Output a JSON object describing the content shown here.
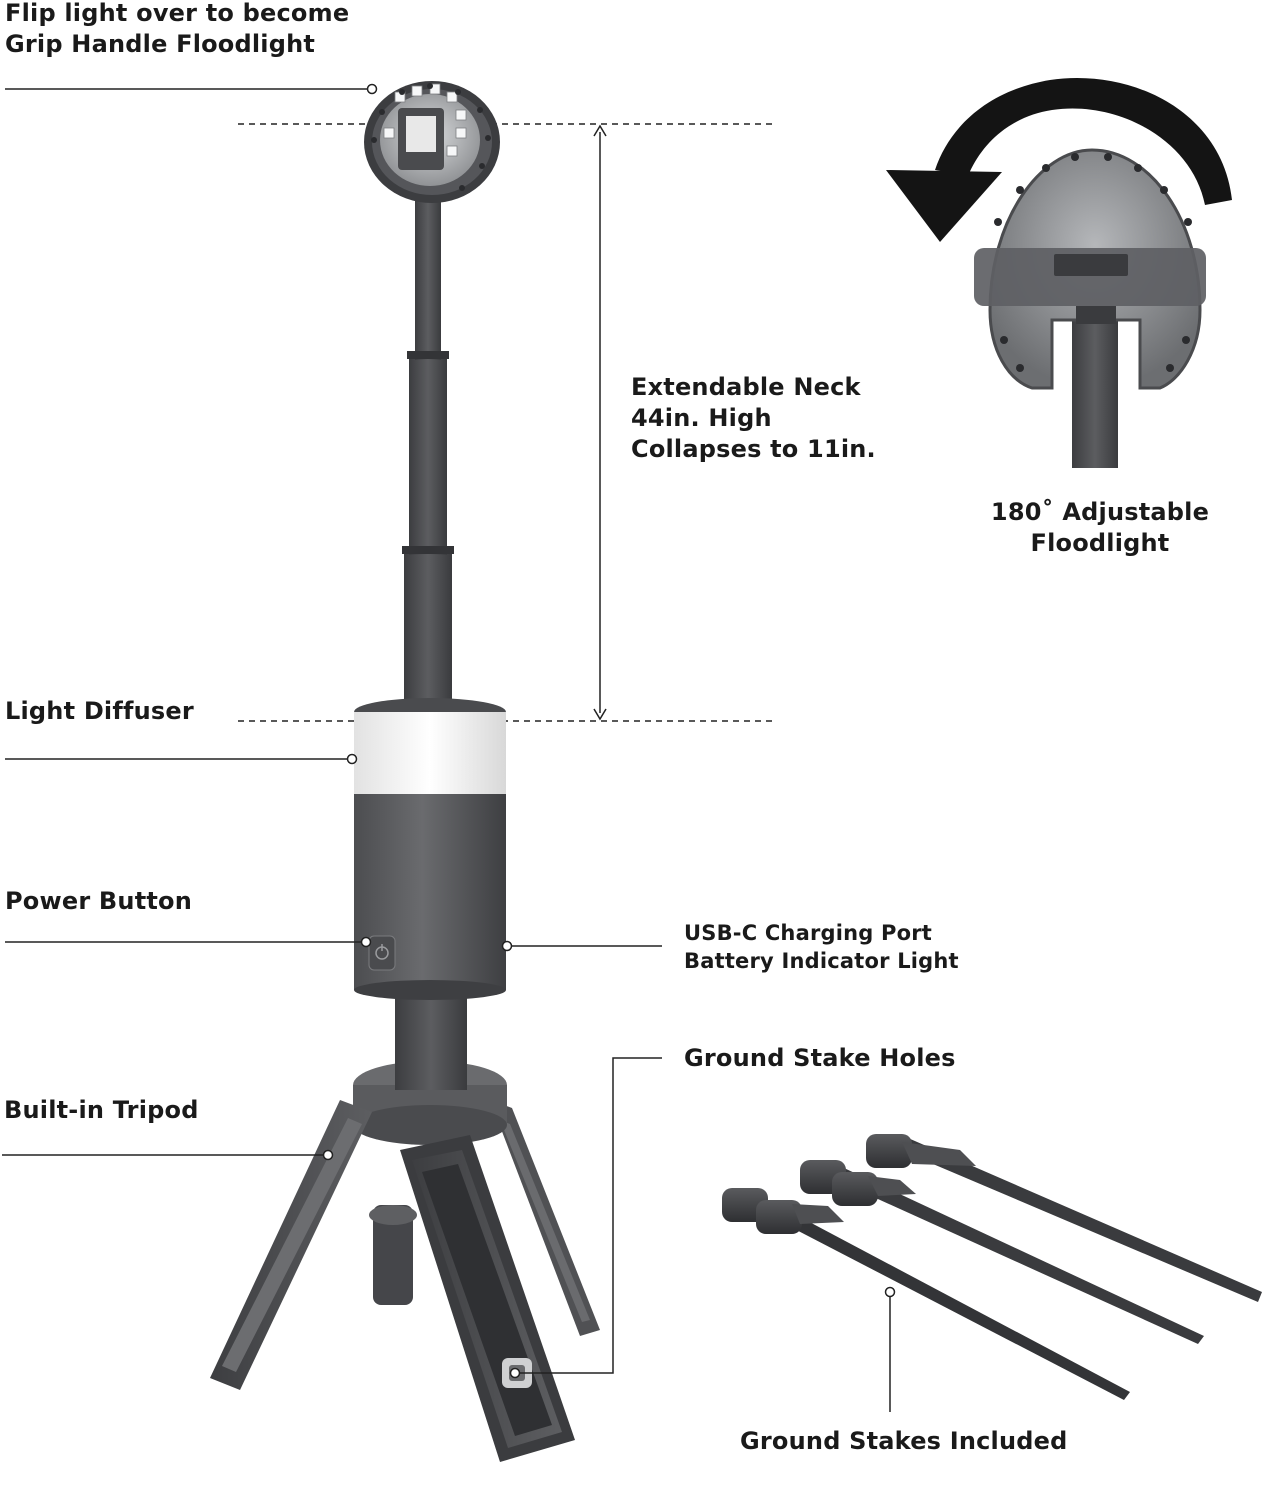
{
  "labels": {
    "flip_line1": "Flip light over to become",
    "flip_line2": "Grip Handle Floodlight",
    "neck_line1": "Extendable Neck",
    "neck_line2": "44in. High",
    "neck_line3": "Collapses to 11in.",
    "adjust_line1": "180˚ Adjustable",
    "adjust_line2": "Floodlight",
    "diffuser": "Light Diffuser",
    "power": "Power Button",
    "usb_line1": "USB-C Charging Port",
    "usb_line2": "Battery Indicator Light",
    "stake_holes": "Ground Stake Holes",
    "tripod": "Built-in Tripod",
    "stakes_included": "Ground Stakes Included"
  },
  "colors": {
    "body": "#5a5b5e",
    "body_dark": "#3f4043",
    "neck": "#4a4b4e",
    "diffuser": "#f4f4f4",
    "text": "#1a1a1a"
  }
}
